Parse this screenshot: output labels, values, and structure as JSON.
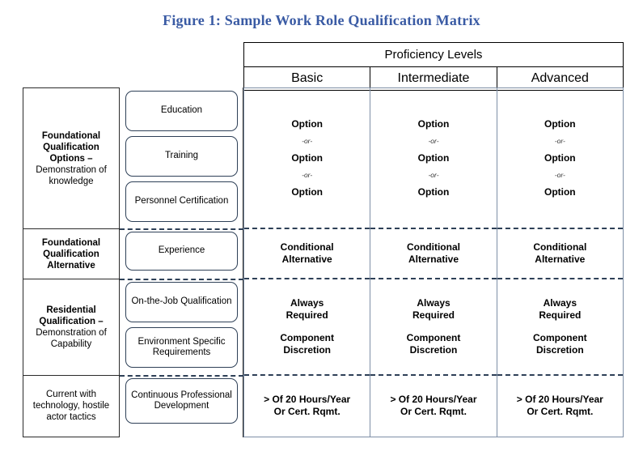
{
  "figure": {
    "title": "Figure 1:  Sample Work Role Qualification Matrix",
    "title_color": "#3a5ba4"
  },
  "header": {
    "group_label": "Proficiency Levels",
    "columns": [
      {
        "label": "Basic"
      },
      {
        "label": "Intermediate"
      },
      {
        "label": "Advanced"
      }
    ]
  },
  "rows": [
    {
      "label_bold": "Foundational Qualification Options –",
      "label_regular": "Demonstration of knowledge",
      "boxes": [
        {
          "label": "Education"
        },
        {
          "label": "Training"
        },
        {
          "label": "Personnel Certification"
        }
      ],
      "cells": [
        {
          "items": [
            "Option",
            "-or-",
            "Option",
            "-or-",
            "Option"
          ]
        },
        {
          "items": [
            "Option",
            "-or-",
            "Option",
            "-or-",
            "Option"
          ]
        },
        {
          "items": [
            "Option",
            "-or-",
            "Option",
            "-or-",
            "Option"
          ]
        }
      ]
    },
    {
      "label_bold": "Foundational Qualification Alternative",
      "label_regular": "",
      "boxes": [
        {
          "label": "Experience"
        }
      ],
      "cells": [
        {
          "lines": [
            "Conditional",
            "Alternative"
          ]
        },
        {
          "lines": [
            "Conditional",
            "Alternative"
          ]
        },
        {
          "lines": [
            "Conditional",
            "Alternative"
          ]
        }
      ]
    },
    {
      "label_bold": "Residential Qualification –",
      "label_regular": "Demonstration of Capability",
      "boxes": [
        {
          "label": "On-the-Job Qualification"
        },
        {
          "label": "Environment Specific Requirements"
        }
      ],
      "cells": [
        {
          "lines": [
            "Always",
            "Required",
            "",
            "Component",
            "Discretion"
          ]
        },
        {
          "lines": [
            "Always",
            "Required",
            "",
            "Component",
            "Discretion"
          ]
        },
        {
          "lines": [
            "Always",
            "Required",
            "",
            "Component",
            "Discretion"
          ]
        }
      ]
    },
    {
      "label_bold": "",
      "label_regular": "Current with technology, hostile actor tactics",
      "boxes": [
        {
          "label": "Continuous Professional Development"
        }
      ],
      "cells": [
        {
          "lines": [
            "> Of 20 Hours/Year",
            "Or Cert. Rqmt."
          ]
        },
        {
          "lines": [
            "> Of 20 Hours/Year",
            "Or Cert. Rqmt."
          ]
        },
        {
          "lines": [
            "> Of 20 Hours/Year",
            "Or Cert. Rqmt."
          ]
        }
      ]
    }
  ],
  "style": {
    "box_border_color": "#2e4057",
    "dashed_divider_color": "#2e4057",
    "data_frame_color": "#7e8fa6",
    "label_frame_color": "#2b2b2b"
  }
}
